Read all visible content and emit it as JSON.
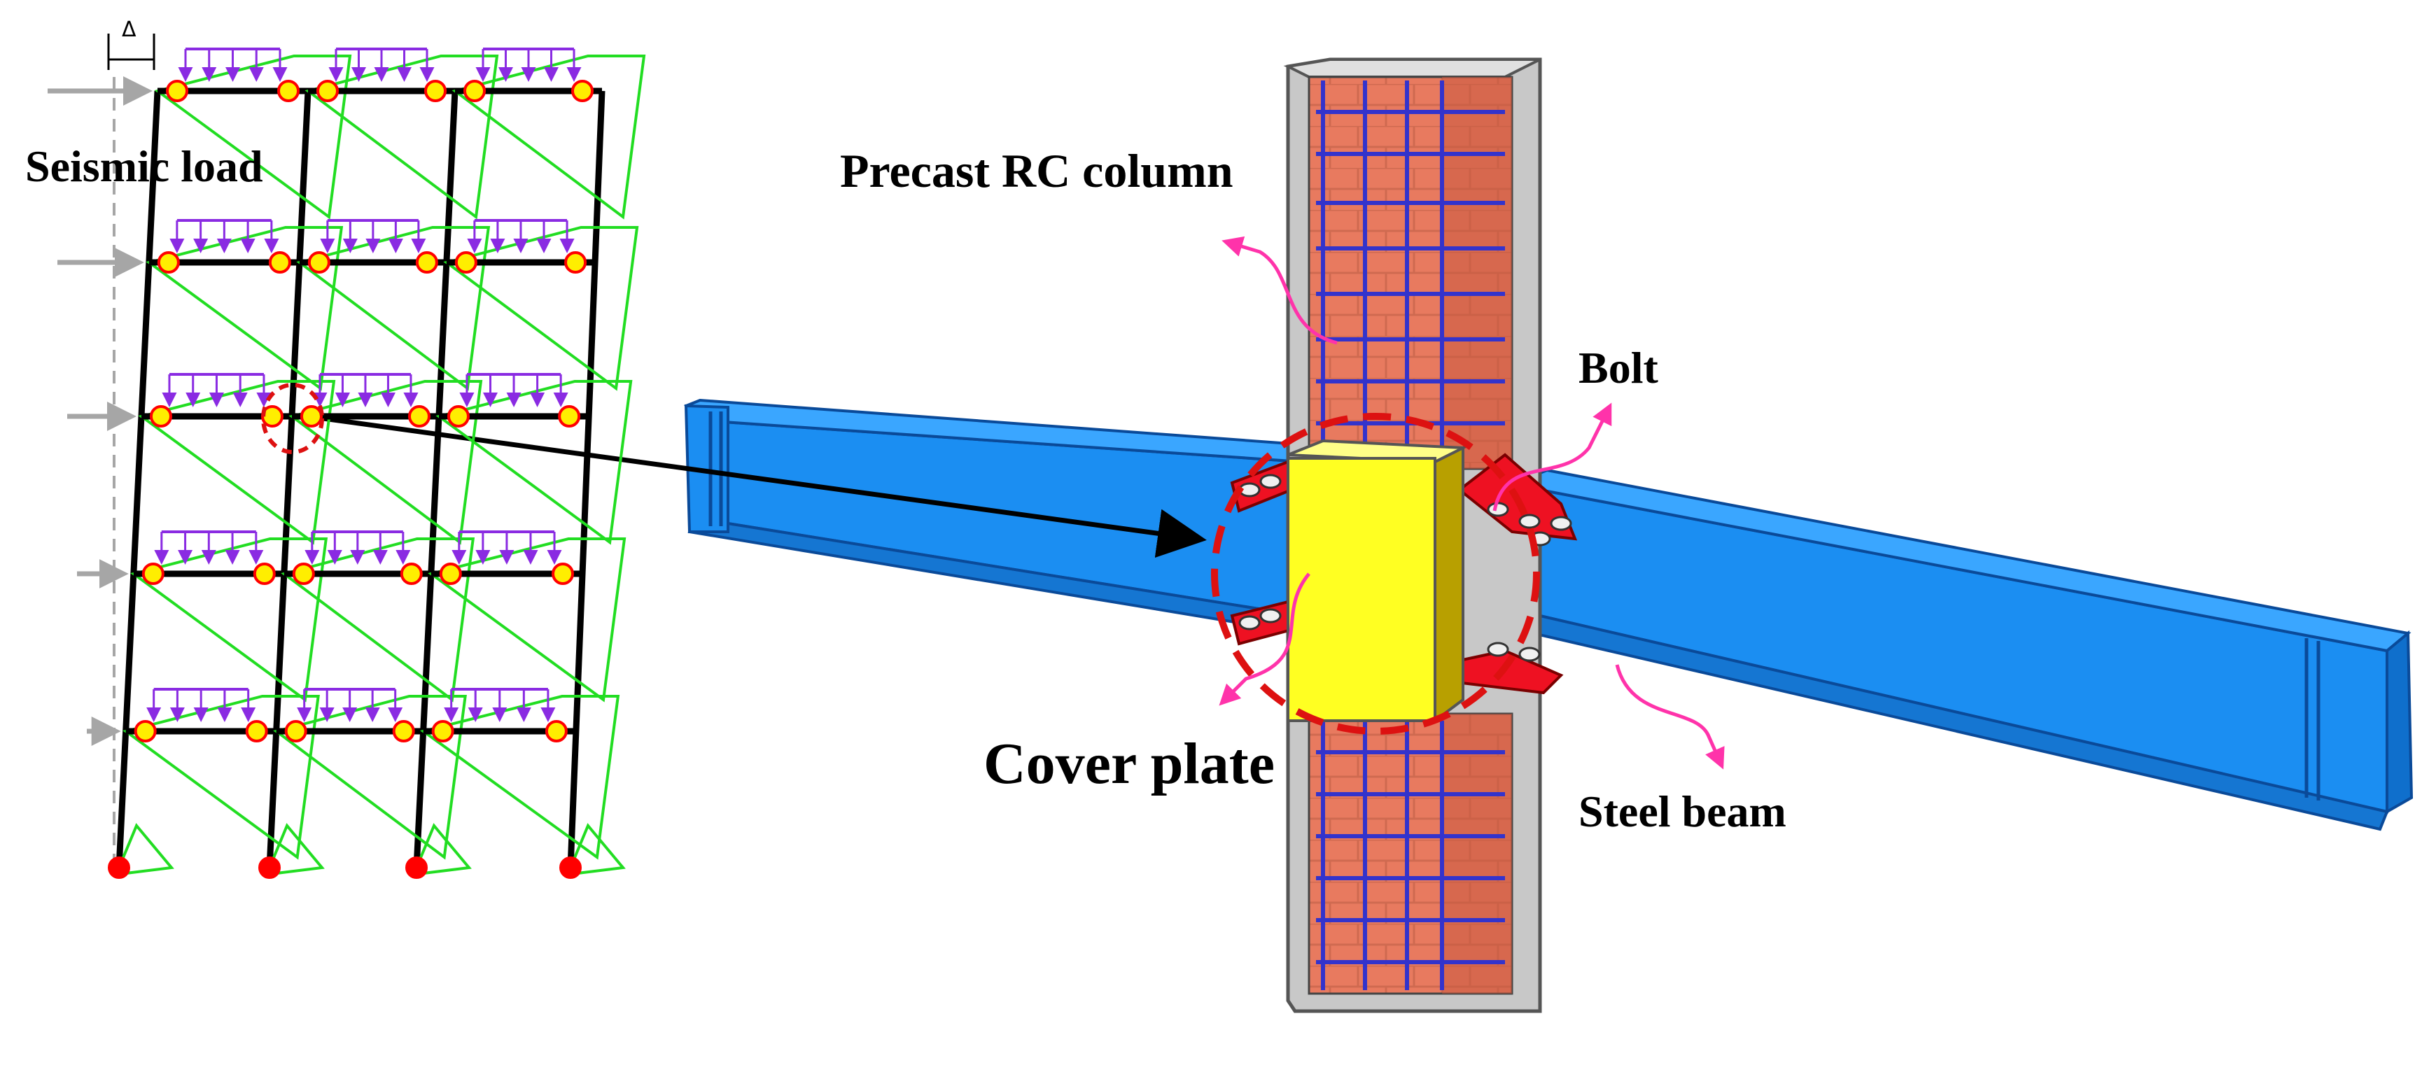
{
  "labels": {
    "delta": "Δ",
    "seismic_load": "Seismic load",
    "precast_rc_column": "Precast RC column",
    "bolt": "Bolt",
    "cover_plate": "Cover plate",
    "steel_beam": "Steel beam"
  },
  "colors": {
    "frame_line": "#000000",
    "deformed_shape": "#22dd22",
    "distributed_load": "#8a2be2",
    "plastic_hinge_fill": "#ffee00",
    "plastic_hinge_stroke": "#ff0000",
    "fixed_base": "#ff0000",
    "seismic_arrow": "#a6a6a6",
    "steel_beam": "#1b8ef2",
    "column_concrete": "#e87a5f",
    "rebar": "#3333cc",
    "column_shell": "#c8c8c8",
    "cover_plate": "#ffff22",
    "angle_cleat": "#ee1122",
    "highlight_circle": "#dd1111",
    "callout_arrow": "#ff33aa"
  },
  "icons": {
    "hinge": "plastic-hinge-icon",
    "base": "fixed-support-icon",
    "load": "distributed-load-icon"
  }
}
